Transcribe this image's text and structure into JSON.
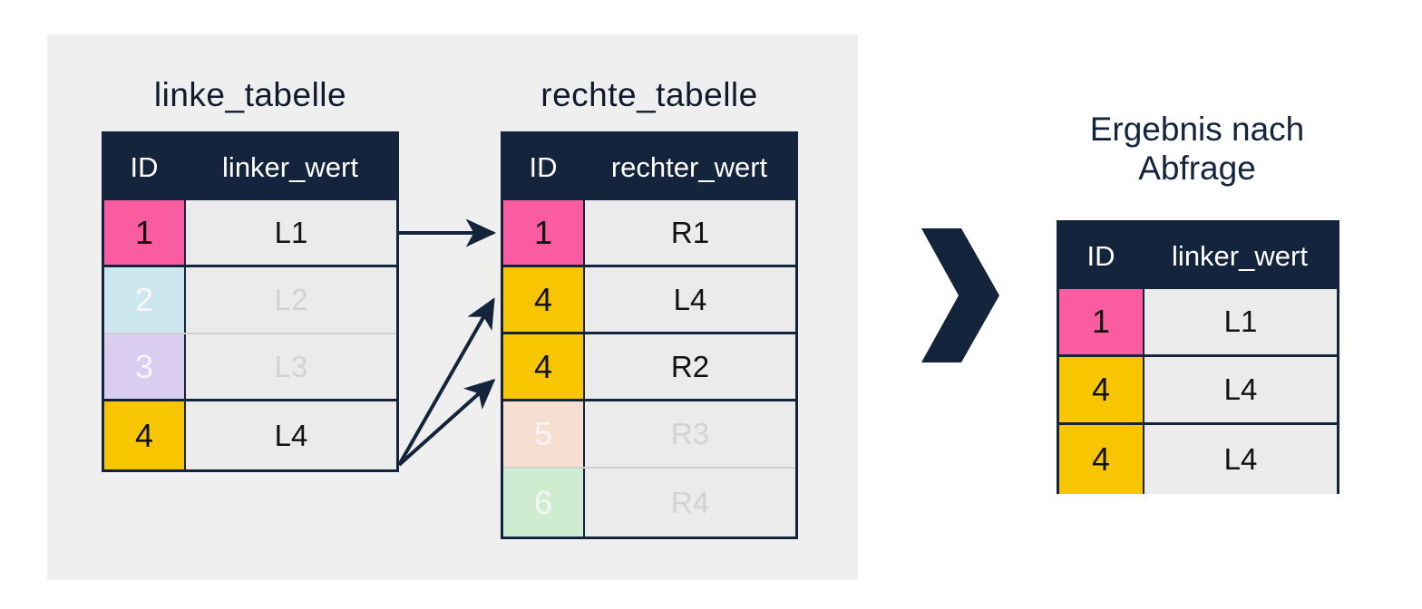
{
  "diagram": {
    "type": "sql-join-illustration",
    "panel_bg": "#efefef",
    "header_bg": "#14243c",
    "cell_bg": "#ebebeb",
    "border_color": "#14243c",
    "dim_text_color": "#d2d2d2",
    "chevron_color": "#14243c",
    "arrow_color": "#14243c",
    "key_colors": {
      "pink": "#fa5d9f",
      "yellow": "#f7c600",
      "light_blue": "#cde7ee",
      "lavender": "#d9cdf0",
      "peach": "#f6ded1",
      "mint": "#cdecd0"
    }
  },
  "left_table": {
    "title": "linke_tabelle",
    "columns": [
      "ID",
      "linker_wert"
    ],
    "rows": [
      {
        "id": "1",
        "value": "L1",
        "color": "#fa5d9f",
        "state": "matched"
      },
      {
        "id": "2",
        "value": "L2",
        "color": "#cde7ee",
        "state": "unmatched"
      },
      {
        "id": "3",
        "value": "L3",
        "color": "#d9cdf0",
        "state": "unmatched"
      },
      {
        "id": "4",
        "value": "L4",
        "color": "#f7c600",
        "state": "matched"
      }
    ]
  },
  "right_table": {
    "title": "rechte_tabelle",
    "columns": [
      "ID",
      "rechter_wert"
    ],
    "rows": [
      {
        "id": "1",
        "value": "R1",
        "color": "#fa5d9f",
        "state": "matched"
      },
      {
        "id": "4",
        "value": "L4",
        "color": "#f7c600",
        "state": "matched"
      },
      {
        "id": "4",
        "value": "R2",
        "color": "#f7c600",
        "state": "matched"
      },
      {
        "id": "5",
        "value": "R3",
        "color": "#f6ded1",
        "state": "unmatched"
      },
      {
        "id": "6",
        "value": "R4",
        "color": "#cdecd0",
        "state": "unmatched"
      }
    ]
  },
  "result_table": {
    "title_line1": "Ergebnis nach",
    "title_line2": "Abfrage",
    "columns": [
      "ID",
      "linker_wert"
    ],
    "rows": [
      {
        "id": "1",
        "value": "L1",
        "color": "#fa5d9f"
      },
      {
        "id": "4",
        "value": "L4",
        "color": "#f7c600"
      },
      {
        "id": "4",
        "value": "L4",
        "color": "#f7c600"
      }
    ]
  },
  "connectors": [
    {
      "from": "left-row-1",
      "to": "right-row-1",
      "style": "straight"
    },
    {
      "from": "left-row-4",
      "to": "right-row-2",
      "style": "diagonal"
    },
    {
      "from": "left-row-4",
      "to": "right-row-3",
      "style": "diagonal"
    }
  ],
  "chevron": {
    "name": "chevron-right",
    "glyph": "❯"
  }
}
